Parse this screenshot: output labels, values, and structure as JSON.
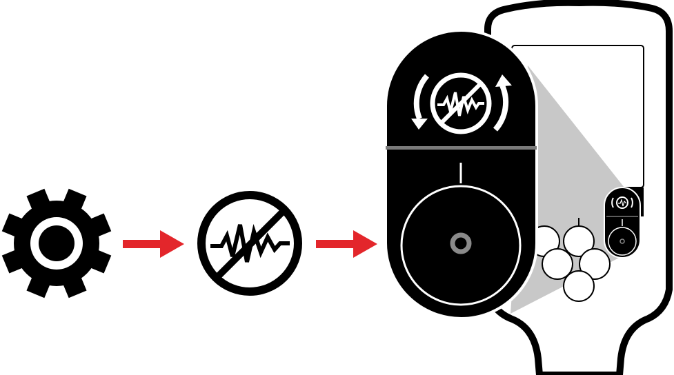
{
  "diagram": {
    "steps": [
      {
        "id": "settings",
        "icon": "gear-icon"
      },
      {
        "id": "noise-cancel",
        "icon": "noise-cancel-icon"
      },
      {
        "id": "detector-control",
        "icon": "noise-cancel-rotate-icon"
      }
    ],
    "connectors": [
      {
        "from": "settings",
        "to": "noise-cancel",
        "icon": "arrow-right-icon"
      },
      {
        "from": "noise-cancel",
        "to": "detector-control",
        "icon": "arrow-right-icon"
      }
    ],
    "colors": {
      "icon": "#000000",
      "arrow": "#e3262b",
      "device_outline": "#000000",
      "screen_shade": "#c8c8c8",
      "divider": "#7a7a7a",
      "knob_ring": "#8a8a8a"
    }
  }
}
